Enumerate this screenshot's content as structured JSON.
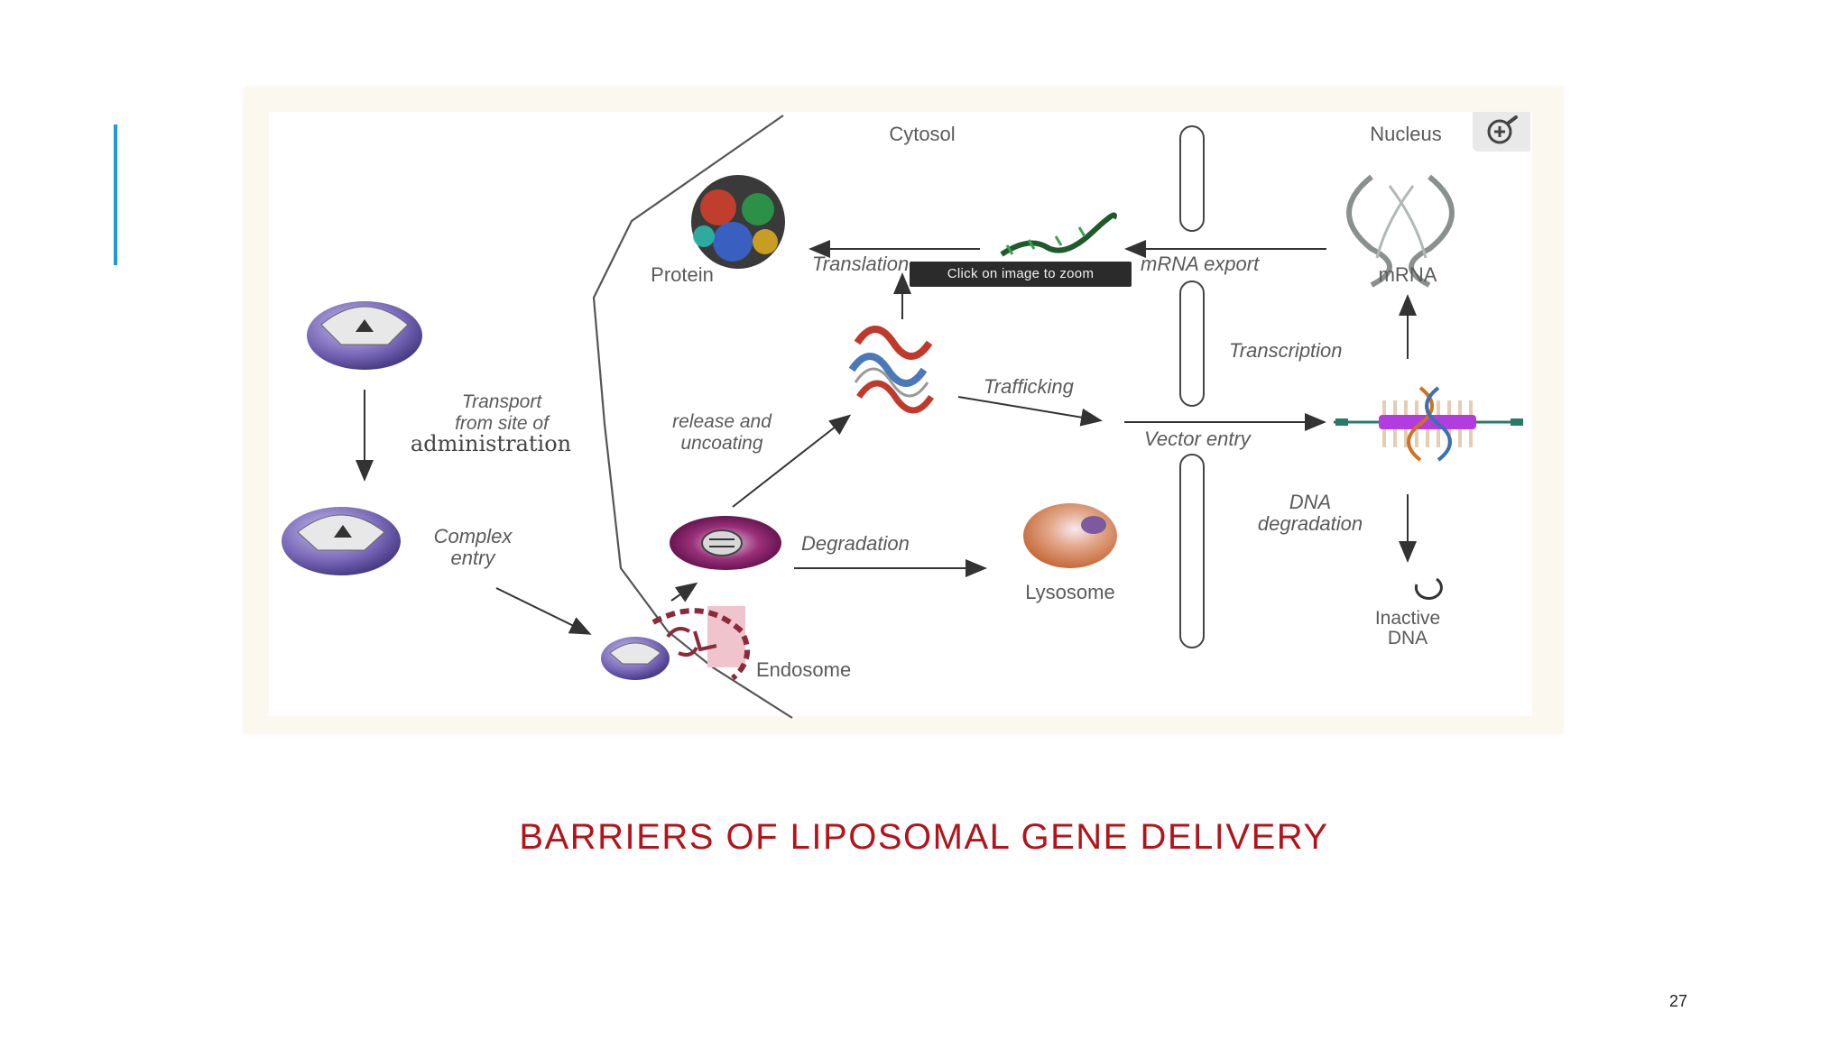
{
  "colors": {
    "accent": "#1a9ad6",
    "title": "#b3141b",
    "label": "#5a5a5a",
    "purple": "#7a6ab0",
    "magenta": "#8b1a6b",
    "dark_red": "#8a2a3a"
  },
  "figure": {
    "labels": {
      "cytosol": "Cytosol",
      "nucleus": "Nucleus",
      "protein": "Protein",
      "translation": "Translation",
      "mrna_export": "mRNA export",
      "mrna": "mRNA",
      "transcription": "Transcription",
      "transport_line1": "Transport",
      "transport_line2": "from site of",
      "transport_line3": "administration",
      "release_line1": "release and",
      "release_line2": "uncoating",
      "trafficking": "Trafficking",
      "vector_entry": "Vector entry",
      "complex_line1": "Complex",
      "complex_line2": "entry",
      "degradation": "Degradation",
      "lysosome": "Lysosome",
      "dna_deg_line1": "DNA",
      "dna_deg_line2": "degradation",
      "inactive_line1": "Inactive",
      "inactive_line2": "DNA",
      "endosome": "Endosome"
    },
    "tooltip": "Click on image to zoom",
    "zoom_icon": "zoom-in-icon"
  },
  "slide": {
    "title": "BARRIERS OF LIPOSOMAL GENE DELIVERY",
    "page_number": "27"
  }
}
